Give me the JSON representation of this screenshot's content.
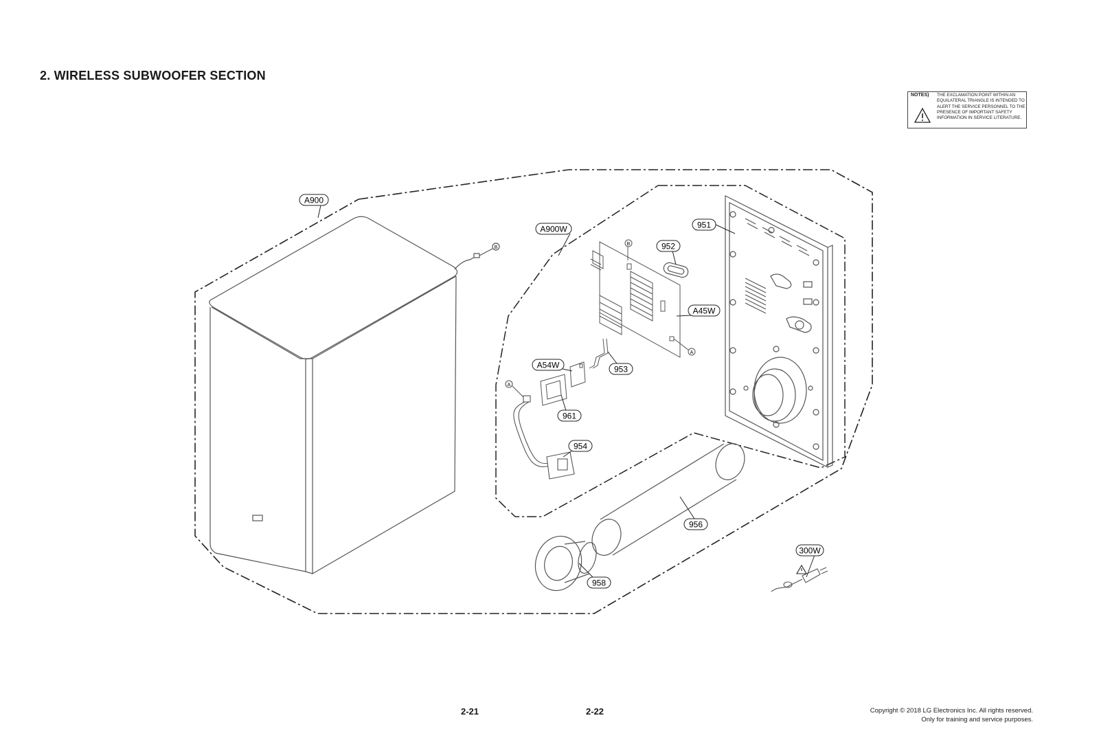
{
  "header": {
    "title": "2. WIRELESS SUBWOOFER SECTION"
  },
  "notes": {
    "label": "NOTES)",
    "text": "THE EXCLAMATION POINT WITHIN AN EQUILATERAL TRIANGLE IS INTENDED TO ALERT THE SERVICE PERSONNEL TO THE PRESENCE OF IMPORTANT SAFETY INFORMATION IN SERVICE LITERATURE."
  },
  "callouts": {
    "a900": "A900",
    "a900w": "A900W",
    "p951": "951",
    "p952": "952",
    "a45w": "A45W",
    "a54w": "A54W",
    "p953": "953",
    "p961": "961",
    "p954": "954",
    "p956": "956",
    "p958": "958",
    "p300w": "300W"
  },
  "connectors": {
    "a": "A",
    "b": "B"
  },
  "footer": {
    "page_left": "2-21",
    "page_right": "2-22",
    "copyright_line1": "Copyright © 2018 LG Electronics Inc. All rights reserved.",
    "copyright_line2": "Only for training and service purposes."
  },
  "icons": {
    "warning": "warning-triangle-icon"
  }
}
